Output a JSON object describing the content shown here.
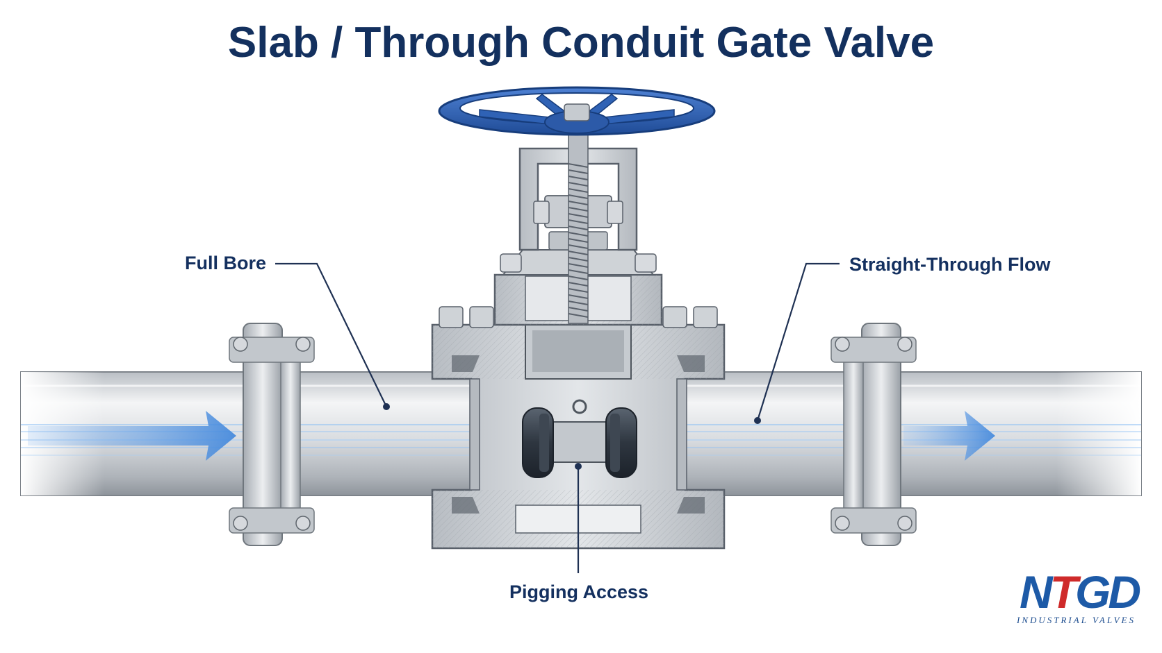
{
  "title": "Slab / Through Conduit Gate Valve",
  "callouts": {
    "full_bore": "Full Bore",
    "straight_through": "Straight-Through Flow",
    "pigging": "Pigging Access"
  },
  "logo": {
    "letters_a": "N",
    "letters_b": "T",
    "letters_c": "G",
    "letters_d": "D",
    "sub": "INDUSTRIAL VALVES"
  },
  "colors": {
    "title": "#13305e",
    "handwheel": "#2f62b5",
    "steel": "#c9cdd2",
    "flow": "#4a8fe0",
    "logo_blue": "#1d5aa7",
    "logo_red": "#cf2a2a"
  }
}
